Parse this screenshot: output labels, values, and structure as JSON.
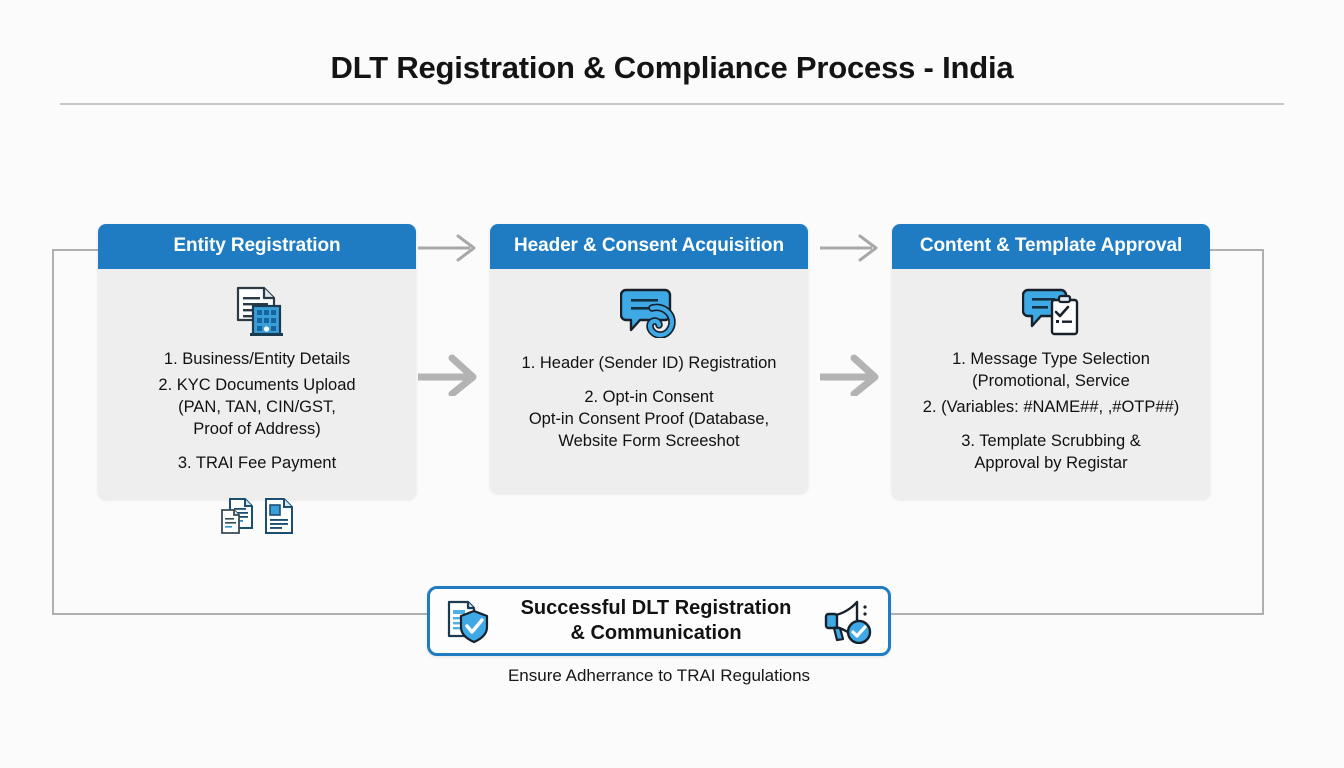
{
  "header": {
    "title": "DLT Registration & Compliance Process - India"
  },
  "theme": {
    "accent_blue": "#1f7cc2",
    "card_body_gray": "#eeeeee",
    "connector_gray": "#b0b0b0",
    "background": "#fbfbfb"
  },
  "stages": [
    {
      "title": "Entity Registration",
      "icon": "document-building-icon",
      "lines": [
        "1. Business/Entity Details",
        "2. KYC Documents Upload\n(PAN, TAN, CIN/GST,\nProof of Address)",
        "3. TRAI Fee Payment"
      ],
      "extra_icons": [
        "documents-stack-icon",
        "document-image-icon"
      ]
    },
    {
      "title": "Header & Consent Acquisition",
      "icon": "chat-bubble-phone-icon",
      "lines": [
        "1. Header (Sender ID) Registration",
        "2. Opt-in Consent\nOpt-in Consent Proof (Database,\nWebsite Form Screeshot"
      ],
      "extra_icons": []
    },
    {
      "title": "Content & Template Approval",
      "icon": "chat-bubble-clipboard-icon",
      "lines": [
        "1. Message Type Selection\n(Promotional, Service",
        "2. (Variables: #NAME##, ,#OTP##)",
        "3. Template Scrubbing &\nApproval by Registar"
      ],
      "extra_icons": []
    }
  ],
  "arrows": {
    "thin_label": "flow-arrow-thin",
    "thick_label": "flow-arrow-thick",
    "count": 2
  },
  "outcome": {
    "text": "Successful DLT Registration\n& Communication",
    "subtitle": "Ensure Adherrance to TRAI Regulations",
    "left_icon": "document-shield-check-icon",
    "right_icon": "megaphone-check-icon"
  }
}
